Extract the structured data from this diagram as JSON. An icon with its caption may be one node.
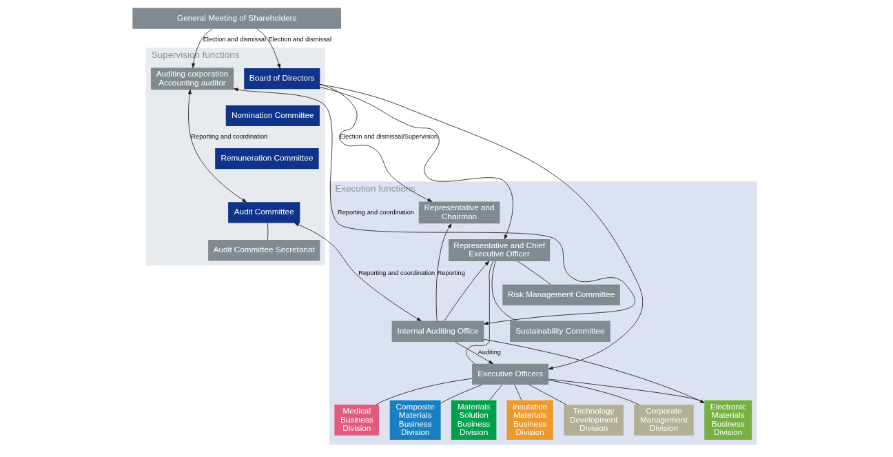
{
  "diagram": {
    "nodes": [
      {
        "text": [
          "General Meeting of Shareholders"
        ]
      },
      {
        "text": [
          "Supervision functions"
        ]
      },
      {
        "text": [
          "Auditing corporation Accounting auditor"
        ],
        "in": 1
      },
      {
        "text": [
          "Board of Directors"
        ],
        "in": 1
      },
      {
        "text": [
          "Nomination Committee"
        ],
        "in": 1
      },
      {
        "text": [
          "Remuneration Committee"
        ],
        "in": 1
      },
      {
        "text": [
          "Audit Committee"
        ],
        "in": 1
      },
      {
        "text": [
          "Audit Committee Secretariat"
        ],
        "in": 1
      },
      {
        "text": [
          "Execution functions"
        ]
      },
      {
        "text": [
          "Representative and Chairman"
        ],
        "in": 8
      },
      {
        "text": [
          "Representative and Chief Executive Officer"
        ],
        "in": 8
      },
      {
        "text": [
          "Risk Management Committee"
        ],
        "in": 8
      },
      {
        "text": [
          "Sustainability Committee"
        ],
        "in": 8
      },
      {
        "text": [
          "Internal Auditing Office"
        ],
        "in": 8
      },
      {
        "text": [
          "Executive Officers"
        ],
        "in": 8
      },
      {
        "text": [
          "Electronic Materials Business Division"
        ],
        "in": 8
      },
      {
        "text": [
          "Medical Business Division"
        ],
        "in": 8
      },
      {
        "text": [
          "Composite Materials Business Division"
        ],
        "in": 8
      },
      {
        "text": [
          "Materials Solution Business Division"
        ],
        "in": 8
      },
      {
        "text": [
          "Insulation Materials Business Division"
        ],
        "in": 8
      },
      {
        "text": [
          "Technology Development Division"
        ],
        "in": 8
      },
      {
        "text": [
          "Corporate Management Division"
        ],
        "in": 8
      }
    ],
    "edges": [
      {
        "from": 0,
        "to": 2,
        "arrow": "to",
        "label": "Election and dismissal"
      },
      {
        "from": 0,
        "to": 3,
        "arrow": "to",
        "label": "Election and dismissal"
      },
      {
        "from": 3,
        "to": 9,
        "arrow": "to",
        "label": "Election and dismissal/Supervision"
      },
      {
        "from": 3,
        "to": 10,
        "arrow": "to"
      },
      {
        "from": 3,
        "to": 14,
        "arrow": "to"
      },
      {
        "from": 2,
        "to": 6,
        "arrow": "both",
        "label": "Reporting and coordination"
      },
      {
        "from": 7,
        "to": 6,
        "arrow": "none"
      },
      {
        "from": 6,
        "to": 13,
        "arrow": "both",
        "label": "Reporting and coordination"
      },
      {
        "from": 13,
        "to": 9,
        "arrow": "to",
        "label": "Reporting"
      },
      {
        "from": 13,
        "to": 10,
        "arrow": "to"
      },
      {
        "from": 2,
        "to": 13,
        "arrow": "both",
        "label": "Reporting and coordination"
      },
      {
        "from": 13,
        "to": 14,
        "arrow": "to",
        "label": "Auditing"
      },
      {
        "from": 13,
        "to": 15,
        "arrow": "to"
      },
      {
        "from": 10,
        "to": 11,
        "arrow": "none"
      },
      {
        "from": 10,
        "to": 12,
        "arrow": "none"
      },
      {
        "from": 10,
        "to": 14,
        "arrow": "none"
      },
      {
        "from": 14,
        "to": 15,
        "arrow": "none"
      },
      {
        "from": 14,
        "to": 16,
        "arrow": "none"
      },
      {
        "from": 14,
        "to": 17,
        "arrow": "none"
      },
      {
        "from": 14,
        "to": 18,
        "arrow": "none"
      },
      {
        "from": 14,
        "to": 19,
        "arrow": "none"
      },
      {
        "from": 14,
        "to": 20,
        "arrow": "none"
      },
      {
        "from": 14,
        "to": 21,
        "arrow": "none"
      }
    ]
  }
}
